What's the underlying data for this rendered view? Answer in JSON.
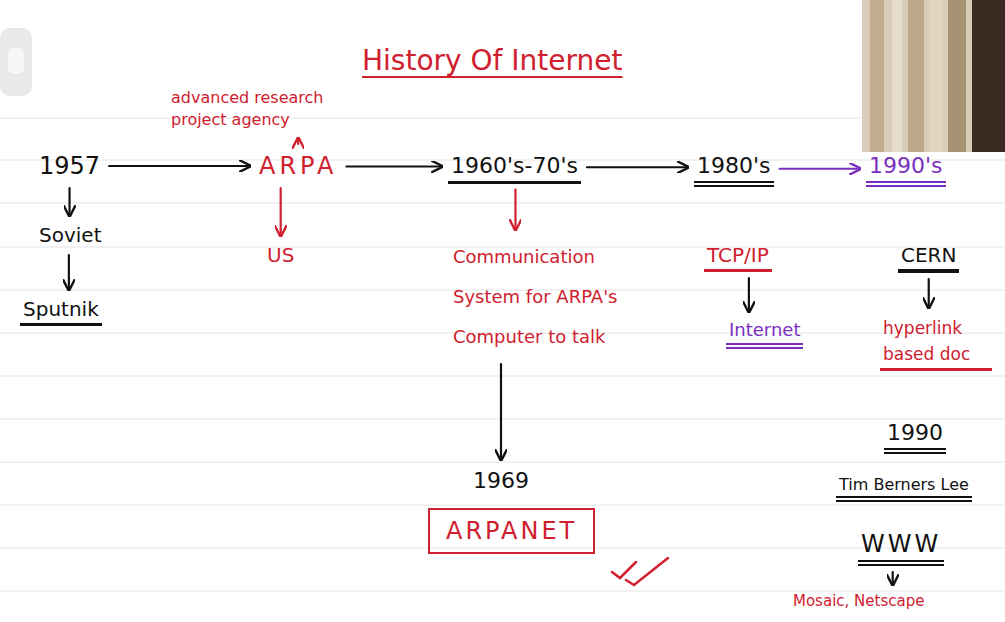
{
  "diagram": {
    "title": "History Of Internet",
    "nodes": [
      {
        "text": [
          "1957"
        ]
      },
      {
        "text": [
          "ARPA"
        ]
      },
      {
        "text": [
          "1960's-70's"
        ]
      },
      {
        "text": [
          "1980's"
        ]
      },
      {
        "text": [
          "1990's"
        ]
      },
      {
        "text": [
          "Soviet"
        ]
      },
      {
        "text": [
          "Sputnik"
        ]
      },
      {
        "text": [
          "advanced research project agency"
        ]
      },
      {
        "text": [
          "US"
        ]
      },
      {
        "text": [
          "Communication System for ARPA's Computer to talk"
        ]
      },
      {
        "text": [
          "1969"
        ]
      },
      {
        "text": [
          "ARPANET"
        ]
      },
      {
        "text": [
          "TCP/IP"
        ]
      },
      {
        "text": [
          "Internet"
        ]
      },
      {
        "text": [
          "CERN"
        ]
      },
      {
        "text": [
          "hyperlink based doc"
        ]
      },
      {
        "text": [
          "1990"
        ]
      },
      {
        "text": [
          "Tim Berners Lee"
        ]
      },
      {
        "text": [
          "WWW"
        ]
      },
      {
        "text": [
          "Mosaic, Netscape"
        ]
      }
    ],
    "edges": [
      {
        "from": 0,
        "to": 1,
        "arrow": "to"
      },
      {
        "from": 1,
        "to": 2,
        "arrow": "to"
      },
      {
        "from": 2,
        "to": 3,
        "arrow": "to"
      },
      {
        "from": 3,
        "to": 4,
        "arrow": "to"
      },
      {
        "from": 0,
        "to": 5,
        "arrow": "to"
      },
      {
        "from": 5,
        "to": 6,
        "arrow": "to"
      },
      {
        "from": 1,
        "to": 7,
        "arrow": "to"
      },
      {
        "from": 1,
        "to": 8,
        "arrow": "to"
      },
      {
        "from": 2,
        "to": 9,
        "arrow": "to"
      },
      {
        "from": 9,
        "to": 10,
        "arrow": "to"
      },
      {
        "from": 12,
        "to": 13,
        "arrow": "to"
      },
      {
        "from": 14,
        "to": 15,
        "arrow": "to"
      },
      {
        "from": 18,
        "to": 19,
        "arrow": "to"
      }
    ]
  }
}
